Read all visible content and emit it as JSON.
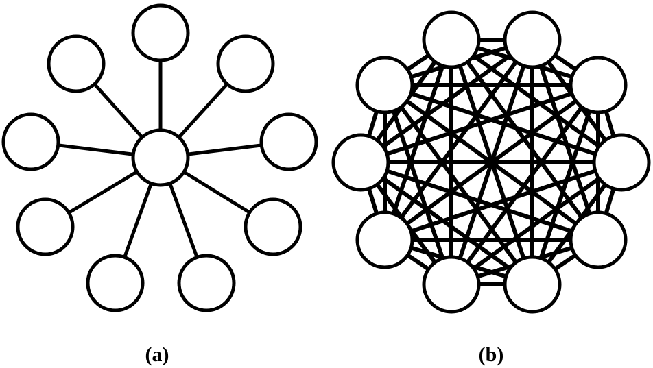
{
  "diagrams": [
    {
      "id": "a",
      "caption": "(a)",
      "topology": "star",
      "center_node": true,
      "outer_node_count": 9
    },
    {
      "id": "b",
      "caption": "(b)",
      "topology": "fully-connected",
      "node_count": 10
    }
  ],
  "colors": {
    "stroke": "#000000",
    "fill": "#ffffff",
    "background": "#ffffff"
  }
}
